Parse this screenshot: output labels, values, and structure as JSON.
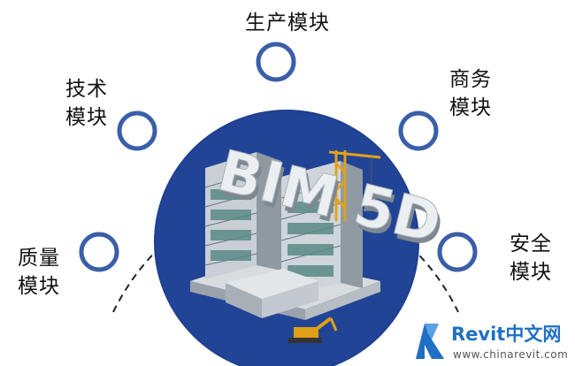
{
  "modules": {
    "top": "生产模块",
    "left_upper": "技术\n模块",
    "right_upper": "商务\n模块",
    "left_lower": "质量\n模块",
    "right_lower": "安全\n模块"
  },
  "center_graphic": {
    "text": "BIM 5D",
    "icon": "building-construction-icon"
  },
  "watermark": {
    "brand": "Revit中文网",
    "url": "www.chinarevit.com",
    "logo_icon": "revit-logo-icon"
  },
  "colors": {
    "node_stroke": "#3a5fa8",
    "center_circle": "#1f3f8f",
    "arc": "#222222",
    "brand": "#1f6fc4"
  }
}
